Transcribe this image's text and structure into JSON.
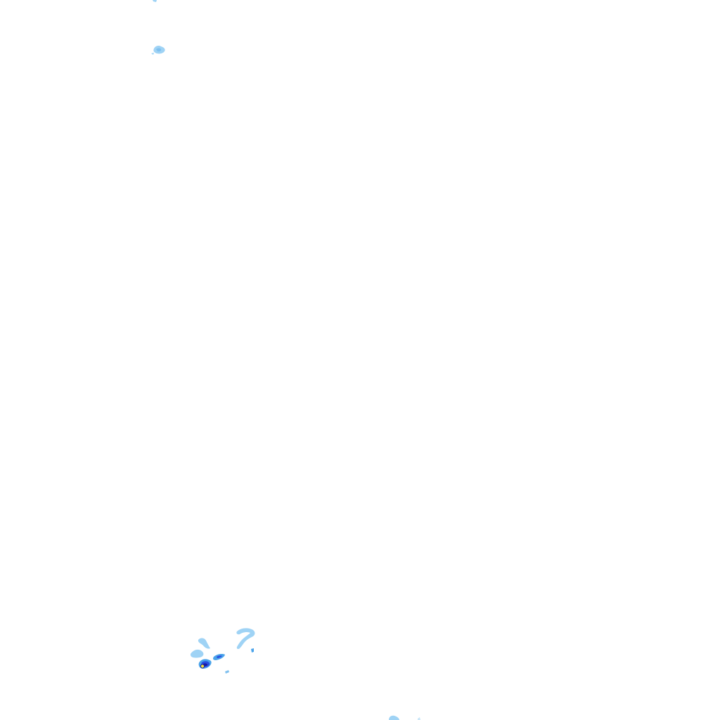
{
  "map": {
    "layer": "radar-precipitation",
    "background": "#ffffff",
    "colors": {
      "light": "#9fd3f5",
      "medium": "#4aa3ea",
      "heavy": "#2a4fe0",
      "core": "#1c1ca0",
      "peak": "#f2e33a"
    },
    "echoes": [
      {
        "name": "echo-top-left-fragment",
        "intensity": "light"
      },
      {
        "name": "echo-upper-left-cluster",
        "intensity": "light"
      },
      {
        "name": "echo-southwest-cluster",
        "intensity": "heavy"
      },
      {
        "name": "echo-southwest-arc",
        "intensity": "light"
      },
      {
        "name": "echo-south-bottom-edge",
        "intensity": "light"
      }
    ]
  }
}
